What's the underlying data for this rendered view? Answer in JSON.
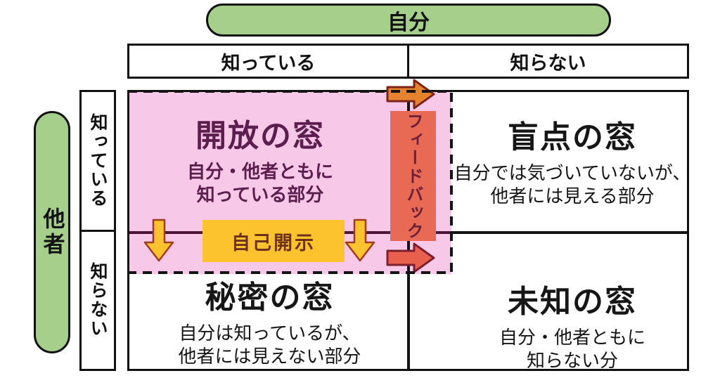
{
  "diagram": {
    "name": "johari-window",
    "self_axis": {
      "label": "自分",
      "col_known": "知っている",
      "col_unknown": "知らない"
    },
    "other_axis": {
      "label": "他者",
      "row_known": "知っている",
      "row_unknown": "知らない"
    },
    "quadrants": {
      "open": {
        "title": "開放の窓",
        "desc": [
          "自分・他者ともに",
          "知っている部分"
        ]
      },
      "blind": {
        "title": "盲点の窓",
        "desc": [
          "自分では気づいていないが、",
          "他者には見える部分"
        ]
      },
      "secret": {
        "title": "秘密の窓",
        "desc": [
          "自分は知っているが、",
          "他者には見えない部分"
        ]
      },
      "unknown": {
        "title": "未知の窓",
        "desc": [
          "自分・他者ともに",
          "知らない分"
        ]
      }
    },
    "annotations": {
      "feedback_label": "フィードバック",
      "self_disclosure_label": "自己開示"
    },
    "colors": {
      "axis_green": "#a6cf8c",
      "pink_highlight": "#f7c8e7",
      "open_text_purple": "#5c1e4e",
      "feedback_salmon": "#e86a54",
      "feedback_text": "#6e1f38",
      "arrow_orange": "#e6832e",
      "arrow_salmon": "#e8604d",
      "disclosure_yellow": "#fcc32f",
      "disclosure_text": "#6e3018",
      "line_black": "#141414"
    }
  }
}
